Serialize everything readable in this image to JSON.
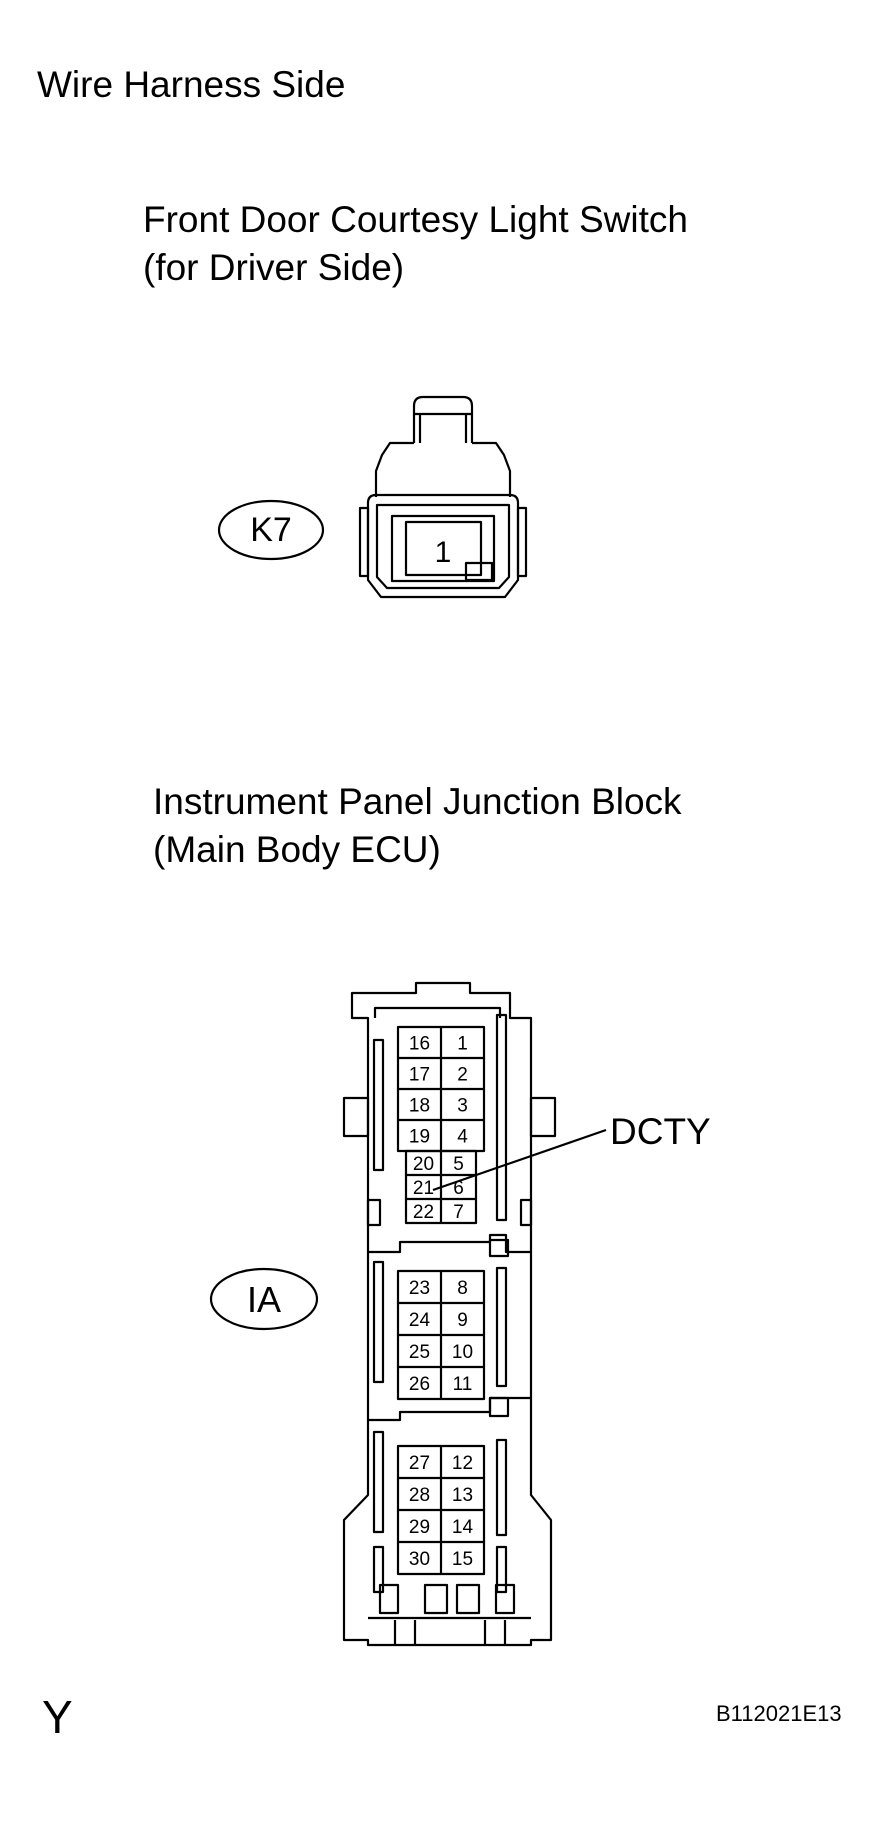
{
  "page": {
    "title": "Wire Harness Side",
    "corner_mark": "Y",
    "figure_code": "B112021E13"
  },
  "k7_connector": {
    "title_line1": "Front Door Courtesy Light Switch",
    "title_line2": "(for Driver Side)",
    "code": "K7",
    "pin": "1"
  },
  "ia_connector": {
    "title_line1": "Instrument Panel Junction Block",
    "title_line2": "(Main Body ECU)",
    "code": "IA",
    "callout_label": "DCTY",
    "callout_pin": "21",
    "pin_groups": [
      [
        [
          "16",
          "1"
        ],
        [
          "17",
          "2"
        ],
        [
          "18",
          "3"
        ],
        [
          "19",
          "4"
        ]
      ],
      [
        [
          "20",
          "5"
        ],
        [
          "21",
          "6"
        ],
        [
          "22",
          "7"
        ]
      ],
      [
        [
          "23",
          "8"
        ],
        [
          "24",
          "9"
        ],
        [
          "25",
          "10"
        ],
        [
          "26",
          "11"
        ]
      ],
      [
        [
          "27",
          "12"
        ],
        [
          "28",
          "13"
        ],
        [
          "29",
          "14"
        ],
        [
          "30",
          "15"
        ]
      ]
    ]
  }
}
